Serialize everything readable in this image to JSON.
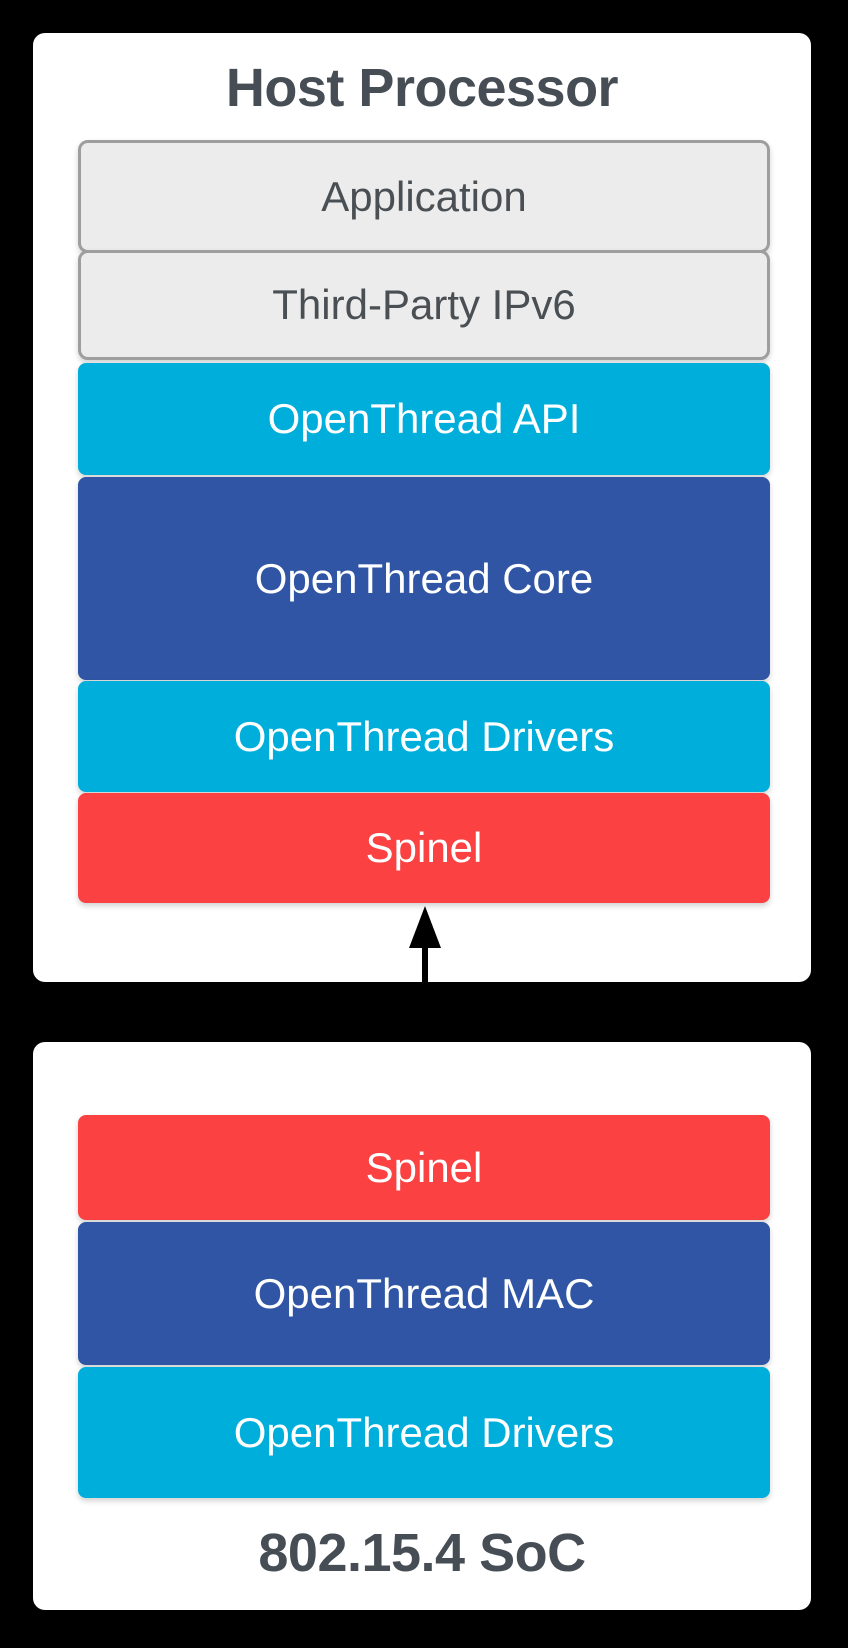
{
  "colors": {
    "background": "#000000",
    "panel": "#ffffff",
    "cyan": "#00aedb",
    "blue": "#2f55a4",
    "red": "#fb4141",
    "gray_fill": "#ececec",
    "gray_border": "#9e9e9e",
    "title_text": "#464d55",
    "gray_text": "#4a4f54",
    "bar_text": "#ffffff",
    "arrow": "#000000"
  },
  "diagram": {
    "host": {
      "title": "Host Processor",
      "layers": [
        {
          "label": "Application",
          "style": "gray"
        },
        {
          "label": "Third-Party IPv6",
          "style": "gray"
        },
        {
          "label": "OpenThread API",
          "style": "cyan"
        },
        {
          "label": "OpenThread Core",
          "style": "blue"
        },
        {
          "label": "OpenThread Drivers",
          "style": "cyan"
        },
        {
          "label": "Spinel",
          "style": "red"
        }
      ]
    },
    "connector": {
      "type": "bidirectional-vertical-arrow"
    },
    "soc": {
      "title": "802.15.4 SoC",
      "layers": [
        {
          "label": "Spinel",
          "style": "red"
        },
        {
          "label": "OpenThread MAC",
          "style": "blue"
        },
        {
          "label": "OpenThread Drivers",
          "style": "cyan"
        }
      ]
    }
  }
}
